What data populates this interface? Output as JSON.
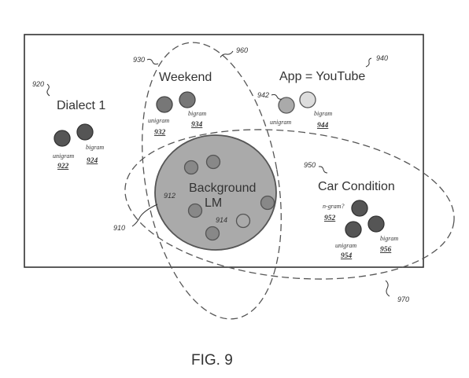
{
  "colors": {
    "ink": "#333333",
    "circle_dark": "#777777",
    "circle_light": "#cccccc",
    "background_lm_fill": "#aaaaaa"
  },
  "figure": {
    "caption": "FIG. 9",
    "regions": {
      "background_lm": {
        "ref": "910",
        "title_line1": "Background",
        "title_line2": "LM"
      },
      "dialect": {
        "ref": "920",
        "title": "Dialect 1"
      },
      "weekend": {
        "ref": "930",
        "title": "Weekend"
      },
      "app": {
        "ref": "940",
        "title": "App = YouTube"
      },
      "car": {
        "ref": "950",
        "title": "Car Condition"
      },
      "loop_960": {
        "ref": "960"
      },
      "loop_970": {
        "ref": "970"
      }
    },
    "nodes": {
      "n912": {
        "ref": "912"
      },
      "n914": {
        "ref": "914"
      },
      "n922": {
        "label": "unigram",
        "ref": "922"
      },
      "n924": {
        "label": "bigram",
        "ref": "924"
      },
      "n932": {
        "label": "unigram",
        "ref": "932"
      },
      "n934": {
        "label": "bigram",
        "ref": "934"
      },
      "n942": {
        "ref": "942"
      },
      "n943": {
        "label": "unigram"
      },
      "n944": {
        "label": "bigram",
        "ref": "944"
      },
      "n952": {
        "label": "n-gram?",
        "ref": "952"
      },
      "n954": {
        "label": "unigram",
        "ref": "954"
      },
      "n956": {
        "label": "bigram",
        "ref": "956"
      }
    }
  }
}
